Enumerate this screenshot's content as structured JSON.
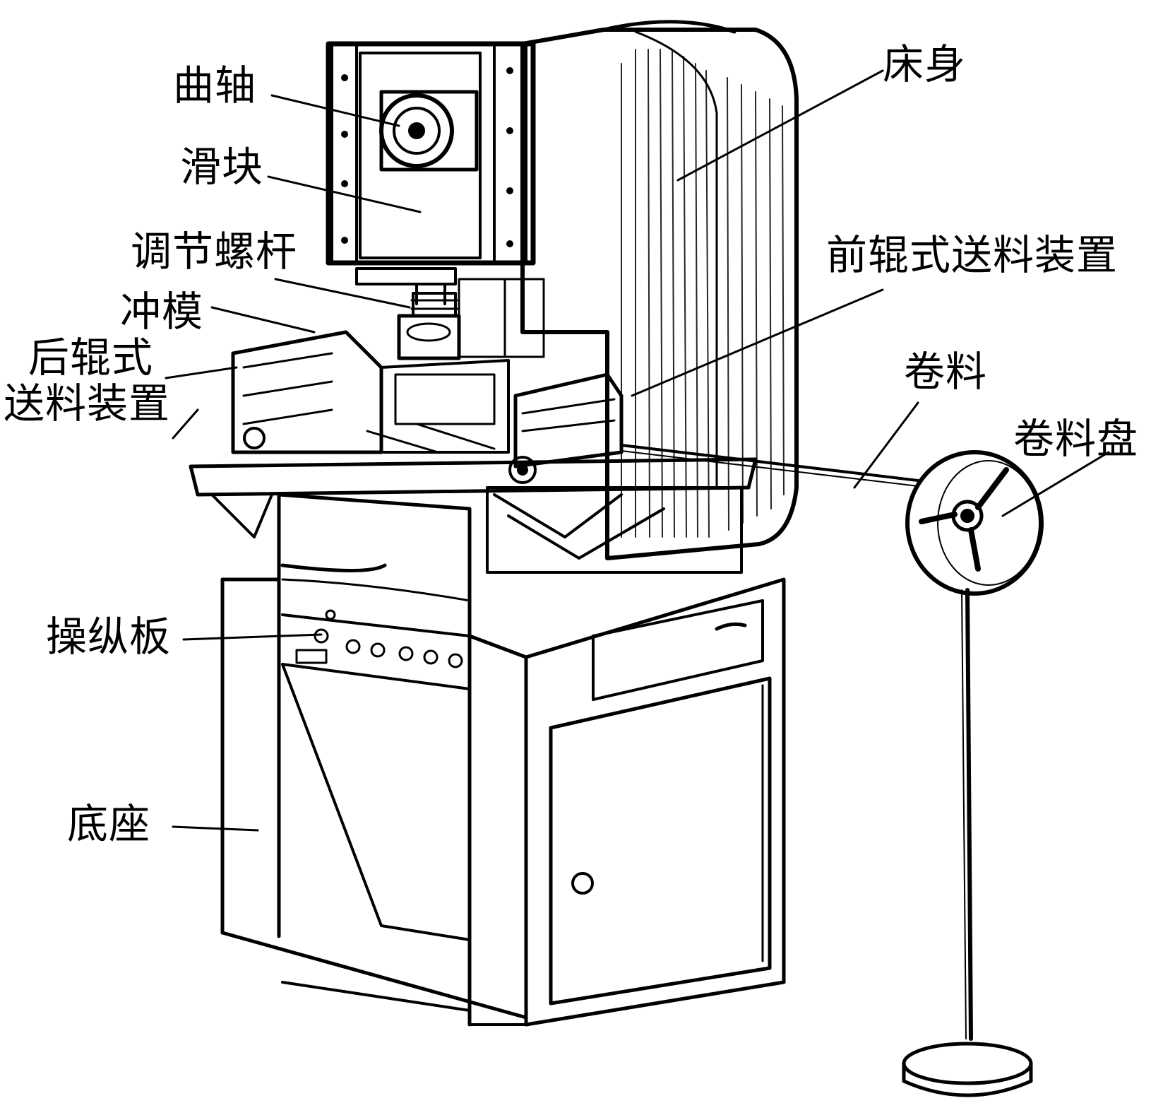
{
  "labels": {
    "crankshaft": "曲轴",
    "slider": "滑块",
    "adjust_screw": "调节螺杆",
    "punch_die": "冲模",
    "rear_feed_line1": "后辊式",
    "rear_feed_line2": "送料装置",
    "bed": "床身",
    "front_feed": "前辊式送料装置",
    "coil": "卷料",
    "coil_reel": "卷料盘",
    "control_panel": "操纵板",
    "base": "底座"
  },
  "colors": {
    "ink": "#000000",
    "paper": "#ffffff"
  }
}
